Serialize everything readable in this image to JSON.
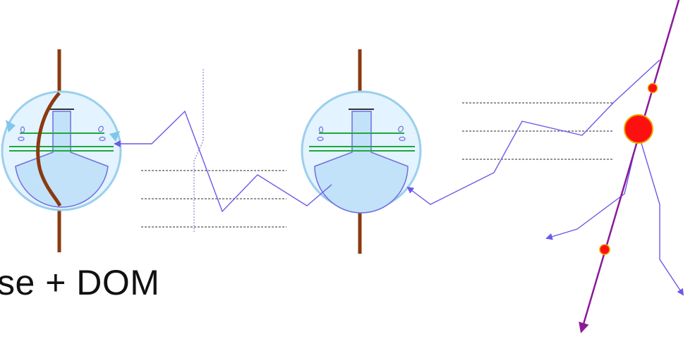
{
  "caption": "se + DOM",
  "colors": {
    "module_fill": "#c8e6fa",
    "module_outline": "#9bcfec",
    "bowl_stroke": "#6e6ee0",
    "string_cable": "#8a3a10",
    "green_lines": "#1fa83c",
    "photon_path": "#6a5ae8",
    "track": "#8a1a9a",
    "hit_fill": "#ff0000",
    "hit_outline": "#e8a800",
    "dashed_lines": "#555555"
  },
  "icons": [
    "module-1",
    "module-2",
    "muon-track",
    "light-path"
  ]
}
